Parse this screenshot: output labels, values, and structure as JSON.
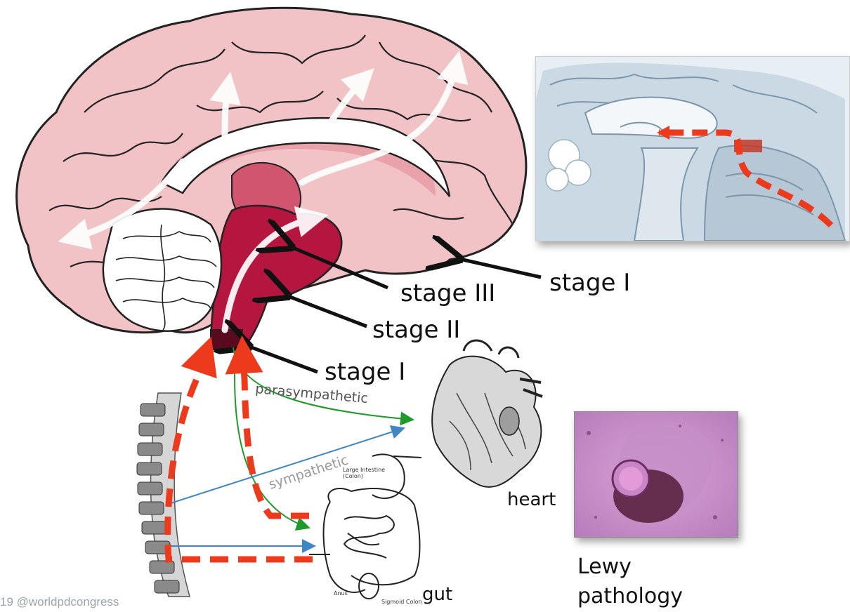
{
  "labels": {
    "stage_i_olfactory": "stage I",
    "stage_iii": "stage III",
    "stage_ii": "stage II",
    "stage_i_brainstem": "stage I",
    "parasympathetic": "parasympathetic",
    "sympathetic": "sympathetic",
    "heart": "heart",
    "gut": "gut",
    "lewy_line1": "Lewy",
    "lewy_line2": "pathology",
    "footer": "19 @worldpdcongress"
  },
  "colors": {
    "path_red": "#ee3a1c",
    "parasympathetic_green": "#1f9a2a",
    "sympathetic_blue": "#3f86c6",
    "brain_pink": "#f2c3c6",
    "brainstem_red": "#b5163f",
    "label_arrow": "#111111"
  },
  "icons": {
    "brain": "brain-sagittal-icon",
    "nose": "nasal-cavity-icon",
    "heart": "heart-icon",
    "gut": "intestine-icon",
    "spine": "spinal-column-icon",
    "lewy": "lewy-body-micrograph-icon"
  }
}
